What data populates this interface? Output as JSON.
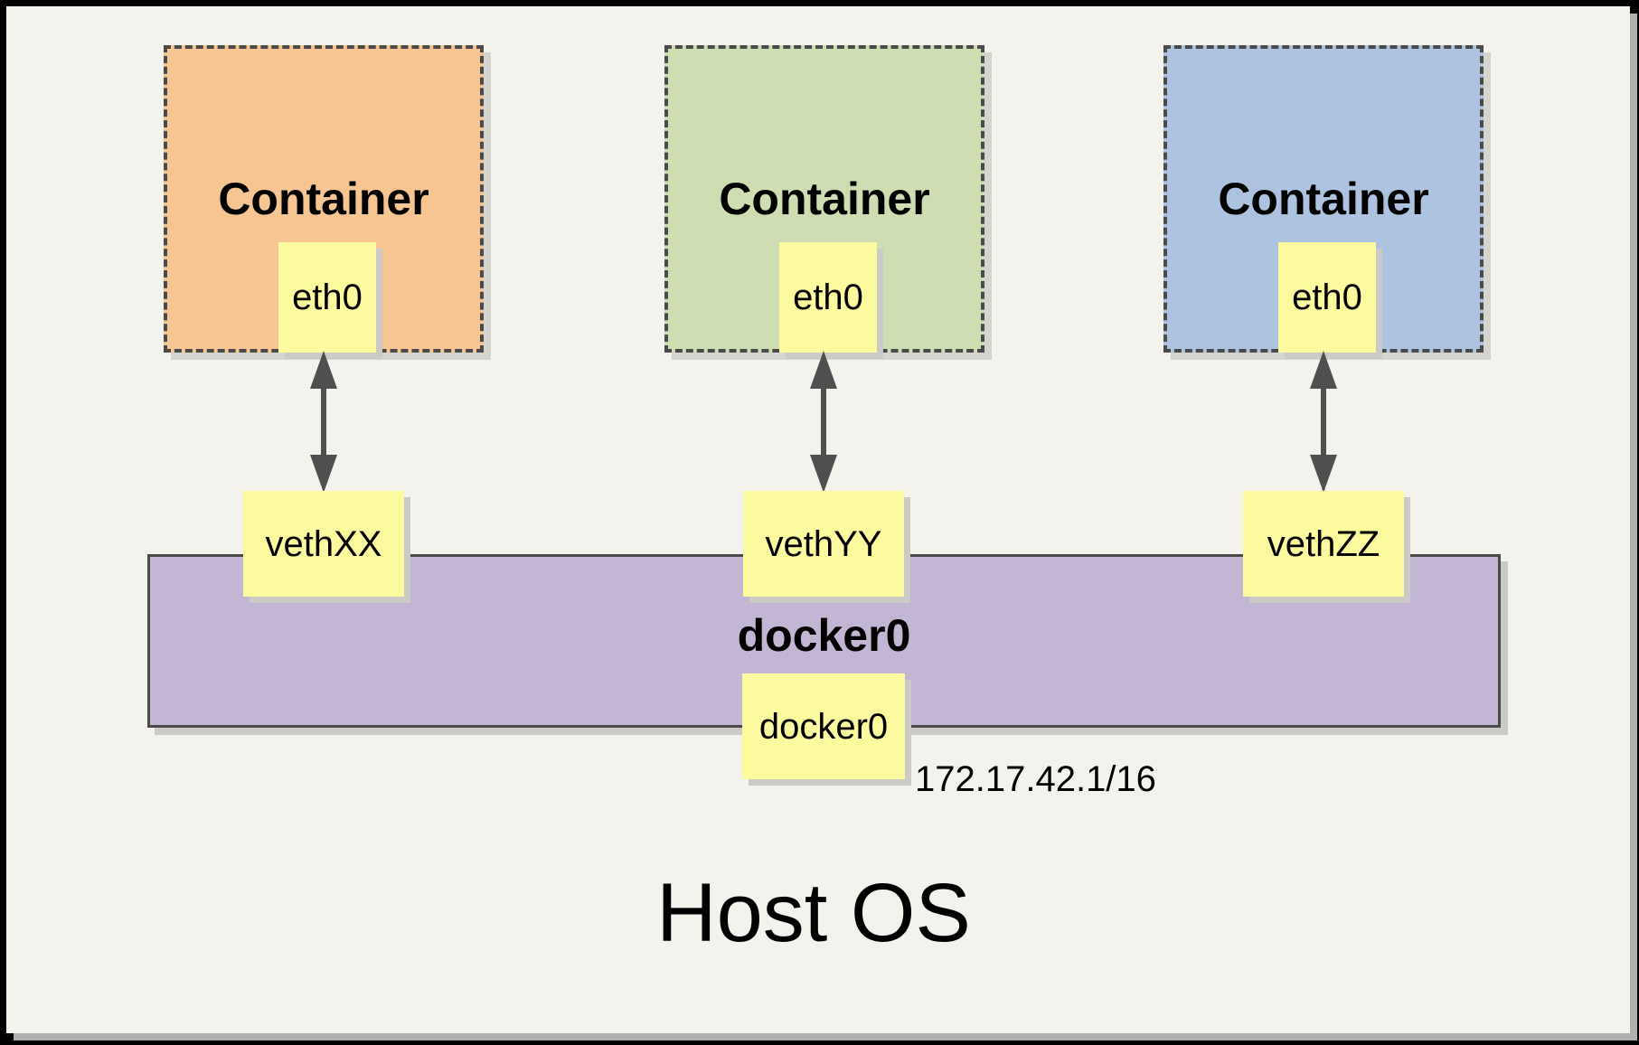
{
  "host": {
    "label": "Host OS"
  },
  "bridge": {
    "name": "docker0",
    "interface": {
      "label": "docker0"
    },
    "ip": "172.17.42.1/16",
    "fill": "#C3B5D4"
  },
  "containers": [
    {
      "label": "Container",
      "interface": {
        "label": "eth0"
      },
      "veth": {
        "label": "vethXX"
      },
      "fill": "#F6C592"
    },
    {
      "label": "Container",
      "interface": {
        "label": "eth0"
      },
      "veth": {
        "label": "vethYY"
      },
      "fill": "#CEDDB2"
    },
    {
      "label": "Container",
      "interface": {
        "label": "eth0"
      },
      "veth": {
        "label": "vethZZ"
      },
      "fill": "#ADC3DF"
    }
  ],
  "colors": {
    "page_background": "#F4F2EC",
    "frame_border": "#000000",
    "note_fill": "#FCFA9F",
    "stroke": "#4A4A4A",
    "arrow": "#4F4F4F",
    "shadow": "#CCCAC6"
  }
}
